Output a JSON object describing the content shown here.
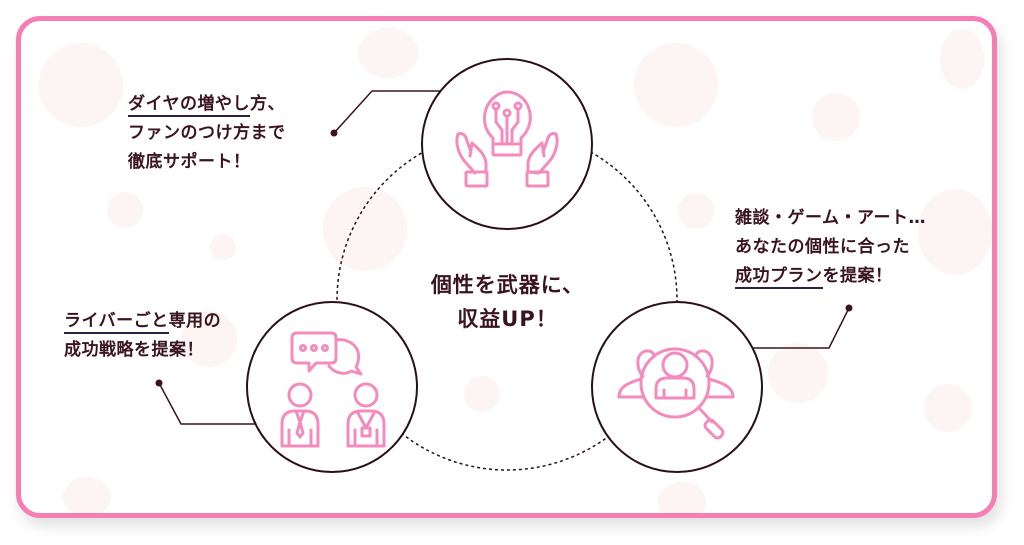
{
  "colors": {
    "frame_border": "#f57fb4",
    "icon_pink": "#f58bbd",
    "text_dark": "#3a1420",
    "underline": "#2d2047",
    "bubble_bg": "#fdf4f4",
    "circle_stroke": "#2a1018"
  },
  "center": {
    "line1": "個性を武器に、",
    "line2": "収益UP！"
  },
  "nodes": [
    {
      "id": "top",
      "icon": "lightbulb-hands-icon",
      "text": {
        "line1_underlined": "ダイヤの増やし",
        "line1_rest": "方、",
        "line2": "ファンのつけ方まで",
        "line3": "徹底サポート！"
      }
    },
    {
      "id": "right",
      "icon": "people-search-icon",
      "text": {
        "line1": "雑談・ゲーム・アート…",
        "line2": "あなたの個性に合った",
        "line3_underlined": "成功プラン",
        "line3_rest": "を提案！"
      }
    },
    {
      "id": "left",
      "icon": "consultation-chat-icon",
      "text": {
        "line1_underlined": "ライバーごと",
        "line1_rest": "専用の",
        "line2": "成功戦略を提案！"
      }
    }
  ]
}
